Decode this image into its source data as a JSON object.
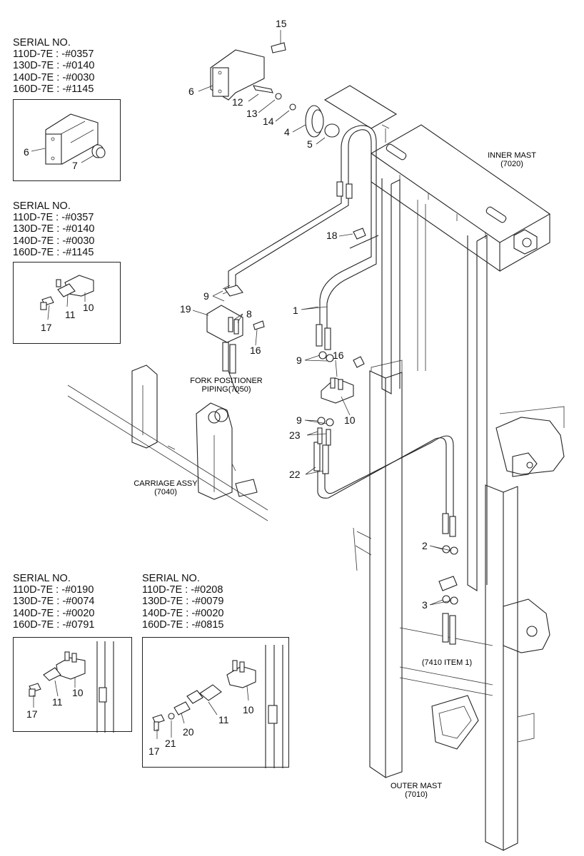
{
  "serial_blocks": [
    {
      "heading": "SERIAL NO.",
      "lines": [
        "110D-7E : -#0357",
        "130D-7E : -#0140",
        "140D-7E : -#0030",
        "160D-7E : -#1145"
      ]
    },
    {
      "heading": "SERIAL NO.",
      "lines": [
        "110D-7E : -#0357",
        "130D-7E : -#0140",
        "140D-7E : -#0030",
        "160D-7E : -#1145"
      ]
    },
    {
      "heading": "SERIAL NO.",
      "lines": [
        "110D-7E : -#0190",
        "130D-7E : -#0074",
        "140D-7E : -#0020",
        "160D-7E : -#0791"
      ]
    },
    {
      "heading": "SERIAL NO.",
      "lines": [
        "110D-7E : -#0208",
        "130D-7E : -#0079",
        "140D-7E : -#0020",
        "160D-7E : -#0815"
      ]
    }
  ],
  "assembly_labels": {
    "inner_mast": [
      "INNER MAST",
      "(7020)"
    ],
    "fork_positioner": [
      "FORK POSITIONER",
      "PIPING(7050)"
    ],
    "carriage": [
      "CARRIAGE ASSY",
      "(7040)"
    ],
    "outer_mast": [
      "OUTER MAST",
      "(7010)"
    ],
    "item_ref": "(7410 ITEM 1)"
  },
  "callouts": {
    "main": [
      "15",
      "6",
      "12",
      "13",
      "14",
      "4",
      "5",
      "18",
      "9",
      "8",
      "19",
      "16",
      "1",
      "9",
      "16",
      "10",
      "9",
      "23",
      "22",
      "2",
      "3"
    ],
    "inset1": [
      "6",
      "7"
    ],
    "inset2": [
      "17",
      "11",
      "10"
    ],
    "inset3": [
      "17",
      "11",
      "10"
    ],
    "inset4": [
      "17",
      "21",
      "20",
      "11",
      "10"
    ]
  }
}
